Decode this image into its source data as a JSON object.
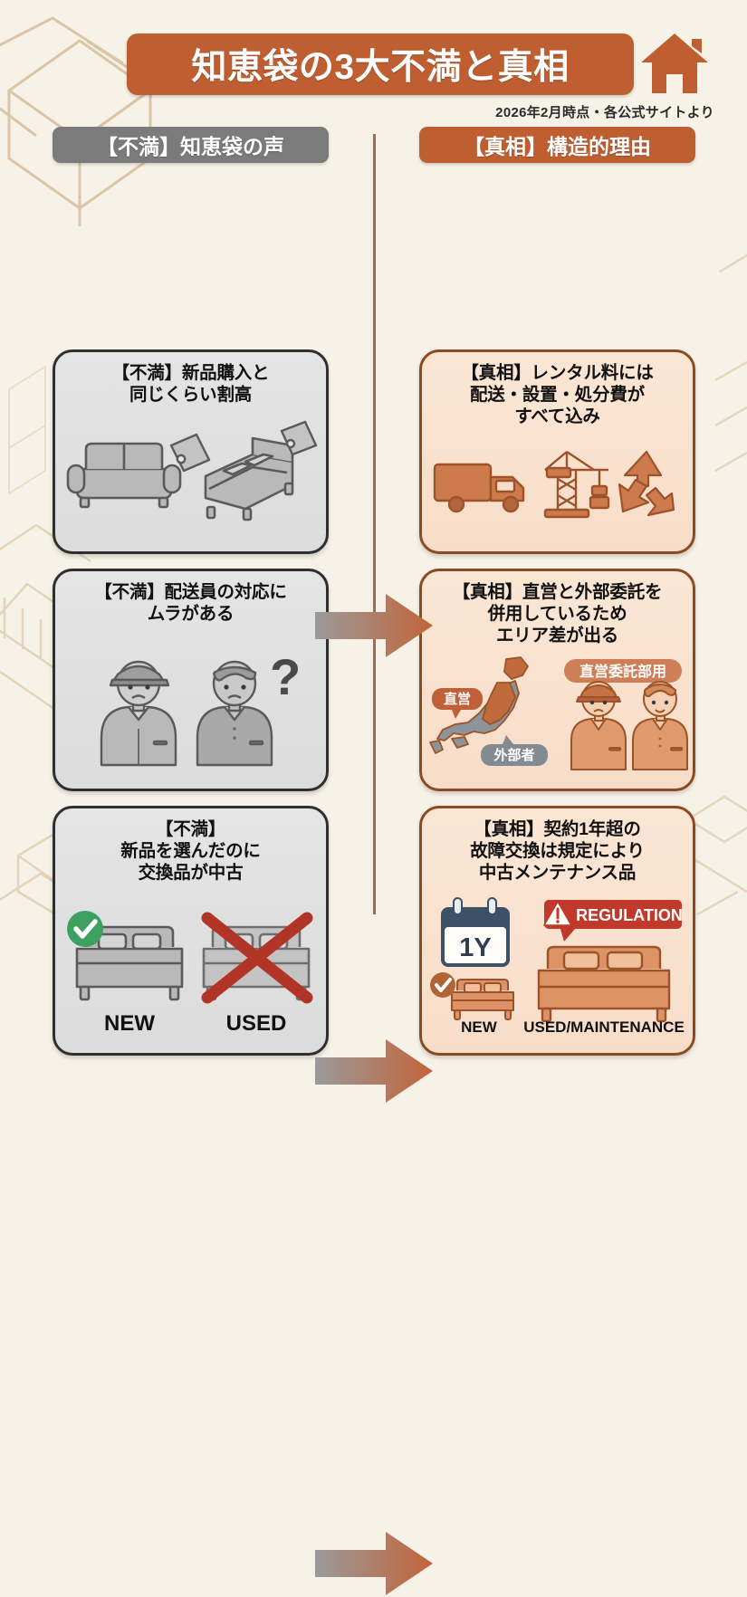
{
  "header": {
    "title": "知恵袋の3大不満と真相",
    "subtitle": "2026年2月時点・各公式サイトより",
    "house_icon": "house-icon",
    "accent_color": "#bf5f31",
    "background_color": "#f7f2e7"
  },
  "columns": {
    "left_label": "【不満】知恵袋の声",
    "right_label": "【真相】構造的理由",
    "left_color": "#7b7b7b",
    "right_color": "#bf5f31"
  },
  "rows": [
    {
      "complaint": {
        "text": "【不満】新品購入と\n同じくらい割高",
        "icons": [
          "sofa-icon",
          "price-tag-icon",
          "bed-icon",
          "price-tag-icon"
        ]
      },
      "truth": {
        "text": "【真相】レンタル料には\n配送・設置・処分費が\nすべて込み",
        "icons": [
          "delivery-truck-icon",
          "crane-icon",
          "recycle-icon"
        ]
      }
    },
    {
      "complaint": {
        "text": "【不満】配送員の対応に\nムラがある",
        "icons": [
          "worker-cap-icon",
          "worker-icon",
          "question-mark-icon"
        ]
      },
      "truth": {
        "text": "【真相】直営と外部委託を\n併用しているため\nエリア差が出る",
        "icons": [
          "japan-map-icon",
          "worker-orange-icon",
          "worker-orange-smiling-icon"
        ],
        "map_labels": {
          "direct": "直営",
          "outsourced": "外部者"
        },
        "badge": "直営委託部用"
      }
    },
    {
      "complaint": {
        "text": "【不満】\n新品を選んだのに\n交換品が中古",
        "icons": [
          "bed-icon",
          "check-circle-icon",
          "bed-icon",
          "red-cross-icon"
        ],
        "captions": [
          "NEW",
          "USED"
        ]
      },
      "truth": {
        "text": "【真相】契約1年超の\n故障交換は規定により\n中古メンテナンス品",
        "icons": [
          "calendar-icon",
          "check-circle-icon",
          "bed-icon",
          "warning-triangle-icon",
          "bed-icon"
        ],
        "calendar_label": "1Y",
        "regulation_badge": "REGULATION",
        "captions": [
          "NEW",
          "USED/MAINTENANCE"
        ]
      }
    }
  ]
}
